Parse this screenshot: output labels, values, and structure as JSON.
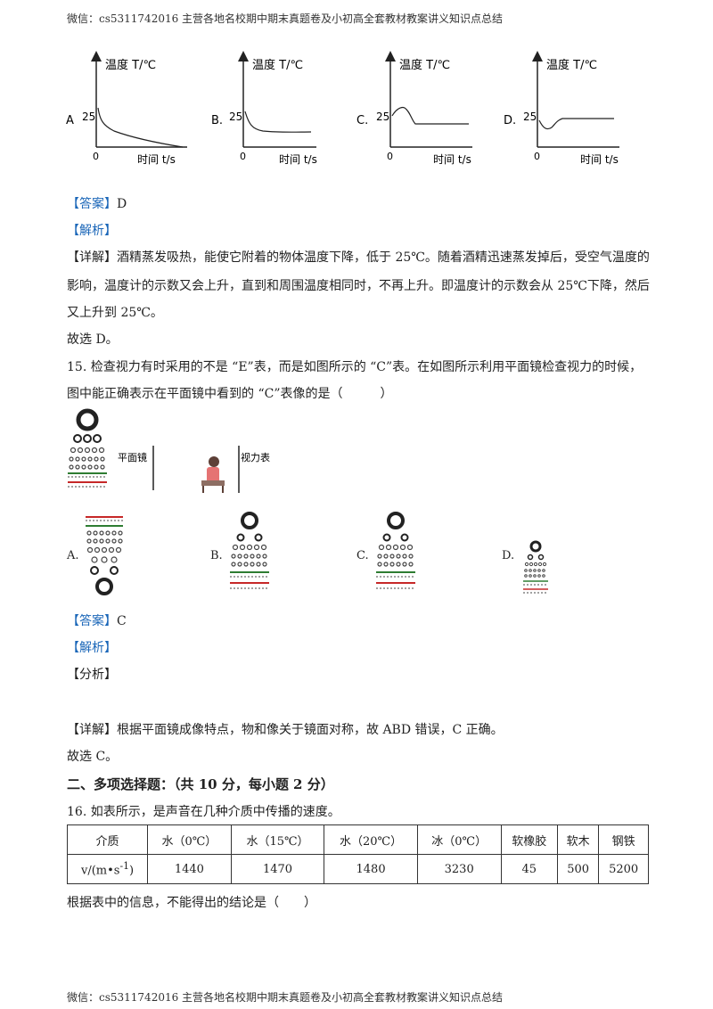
{
  "header": {
    "top_text": "微信：cs5311742016  主营各地名校期中期末真题卷及小初高全套教材教案讲义知识点总结",
    "bottom_text": "微信：cs5311742016  主营各地名校期中期末真题卷及小初高全套教材教案讲义知识点总结"
  },
  "q14_graphs": {
    "ylabel": "温度 T/℃",
    "xlabel": "时间 t/s",
    "y_tick": "25",
    "origin": "0",
    "options": [
      "A",
      "B.",
      "C.",
      "D."
    ]
  },
  "q14": {
    "answer_prefix": "【答案】",
    "answer": "D",
    "analysis_label": "【解析】",
    "detail_prefix": "【详解】",
    "detail_line1": "酒精蒸发吸热，能使它附着的物体温度下降，低于 25℃。随着酒精迅速蒸发掉后，受空气温度的",
    "detail_line2": "影响，温度计的示数又会上升，直到和周围温度相同时，不再上升。即温度计的示数会从 25℃下降，然后",
    "detail_line3": "又上升到 25℃。",
    "conclusion": "故选 D。"
  },
  "q15": {
    "stem_line1": "15. 检查视力有时采用的不是 “E”表，而是如图所示的 “C”表。在如图所示利用平面镜检查视力的时候，",
    "stem_line2": "图中能正确表示在平面镜中看到的 “C”表像的是（　　　）",
    "mirror_label": "平面镜",
    "chart_label": "视力表",
    "options": [
      "A.",
      "B.",
      "C.",
      "D."
    ],
    "answer_prefix": "【答案】",
    "answer": "C",
    "analysis_label": "【解析】",
    "analysis2_label": "【分析】",
    "detail_prefix": "【详解】",
    "detail": "根据平面镜成像特点，物和像关于镜面对称，故 ABD 错误，C 正确。",
    "conclusion": "故选 C。"
  },
  "section2": {
    "title": "二、多项选择题：（共 10 分，每小题 2 分）"
  },
  "q16": {
    "stem": "16. 如表所示，是声音在几种介质中传播的速度。",
    "table_header": [
      "介质",
      "水（0℃）",
      "水（15℃）",
      "水（20℃）",
      "冰（0℃）",
      "软橡胶",
      "软木",
      "钢铁"
    ],
    "row_label_main": "v/(m•s",
    "row_label_sup": "-1",
    "row_label_end": ")",
    "row_values": [
      "1440",
      "1470",
      "1480",
      "3230",
      "45",
      "500",
      "5200"
    ],
    "question": "根据表中的信息，不能得出的结论是（　　）"
  },
  "colors": {
    "bracket_blue": "#1a66b8",
    "chart_red": "#c62828",
    "chart_green": "#2e7d32"
  }
}
